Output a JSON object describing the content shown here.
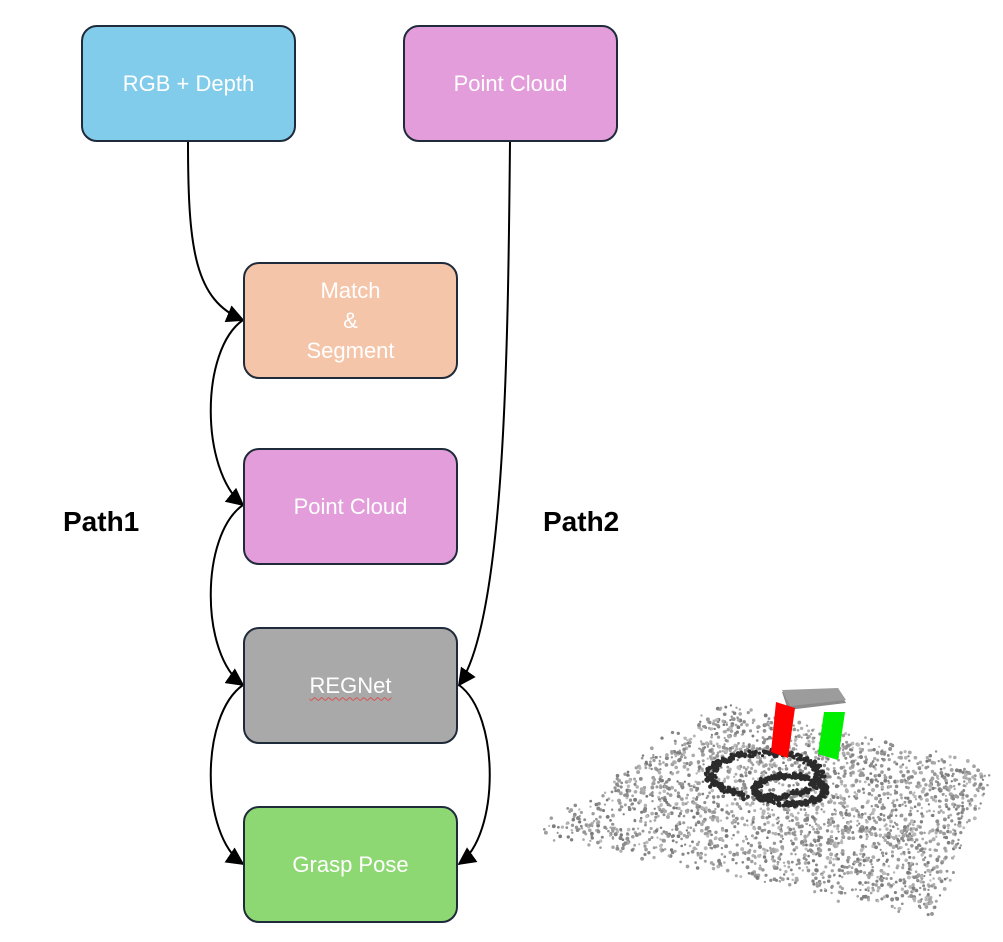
{
  "colors": {
    "rgb_depth": "#81cbeb",
    "point_cloud": "#e29dda",
    "match_segment": "#f5c5aa",
    "regnet": "#a9a9a9",
    "grasp_pose": "#8ed873",
    "border": "#1f2b3a",
    "gripper_left": "#ff0000",
    "gripper_right": "#00ee00",
    "gripper_base": "#8a8a8a",
    "cloud_points": "#8c8c8c",
    "object_points": "#2b2b2b"
  },
  "nodes": {
    "rgb_depth": "RGB + Depth",
    "point_cloud_top": "Point Cloud",
    "match_segment": [
      "Match",
      "&",
      "Segment"
    ],
    "point_cloud_mid": "Point Cloud",
    "regnet": "REGNet",
    "grasp_pose": "Grasp Pose"
  },
  "labels": {
    "path1": "Path1",
    "path2": "Path2"
  },
  "illustration": {
    "description_icon": "point-cloud-grasp-illustration"
  }
}
